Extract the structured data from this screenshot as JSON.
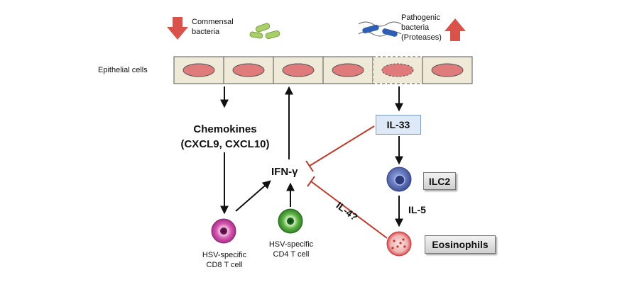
{
  "labels": {
    "commensal": "Commensal\nbacteria",
    "pathogenic": "Pathogenic\nbacteria\n(Proteases)",
    "epithelial": "Epithelial cells",
    "chemokines": "Chemokines\n(CXCL9, CXCL10)",
    "ifn": "IFN-γ",
    "il33": "IL-33",
    "ilc2": "ILC2",
    "il5": "IL-5",
    "il4": "IL-4?",
    "eosinophils": "Eosinophils",
    "cd8": "HSV-specific\nCD8 T cell",
    "cd4": "HSV-specific\nCD4 T cell"
  },
  "colors": {
    "down_arrow": "#d9534a",
    "up_arrow": "#d9534a",
    "inhibit": "#c0392b",
    "cell_fill": "#efe9d8",
    "nucleus": "#e07b7b",
    "il33_box": "#dde9f7",
    "ilc2_cell": "#5b6fb5",
    "cd8_cell": "#c23d9a",
    "cd4_cell": "#3f9b2c",
    "eosinophil": "#d94040"
  },
  "icons": [
    "down-arrow-icon",
    "up-arrow-icon",
    "commensal-bacteria-icon",
    "pathogenic-bacteria-icon"
  ]
}
